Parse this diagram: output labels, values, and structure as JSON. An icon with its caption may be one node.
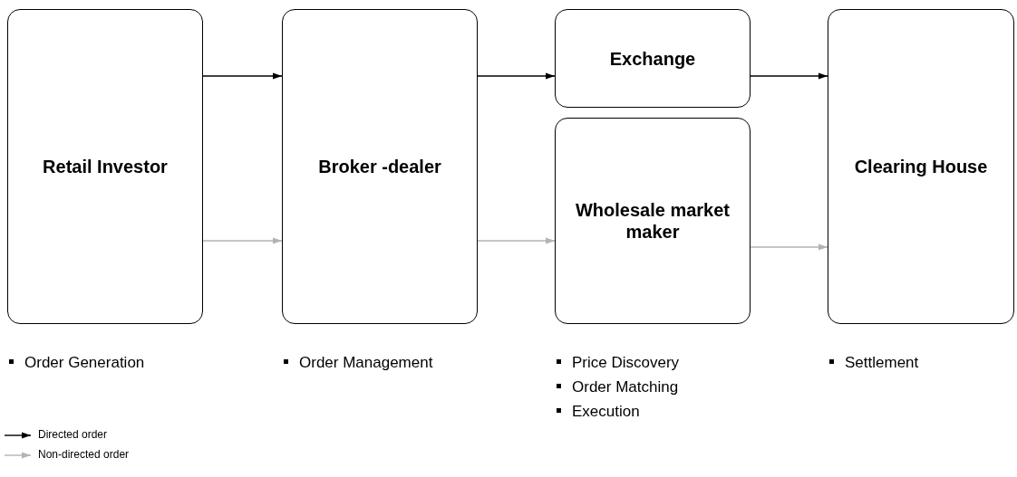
{
  "diagram": {
    "nodes": [
      {
        "text": [
          "Retail Investor"
        ],
        "beside": [
          "Order Generation"
        ]
      },
      {
        "text": [
          "Broker -dealer"
        ],
        "beside": [
          "Order Management"
        ]
      },
      {
        "text": [
          "Exchange"
        ]
      },
      {
        "text": [
          "Wholesale market maker"
        ],
        "beside": [
          "Price Discovery",
          "Order Matching",
          "Execution"
        ]
      },
      {
        "text": [
          "Clearing House"
        ],
        "beside": [
          "Settlement"
        ]
      }
    ],
    "edges": [
      {
        "from": 0,
        "to": 1,
        "arrow": "to"
      },
      {
        "from": 0,
        "to": 1,
        "arrow": "to",
        "color": "#b3b3b3"
      },
      {
        "from": 1,
        "to": 2,
        "arrow": "to"
      },
      {
        "from": 1,
        "to": 3,
        "arrow": "to",
        "color": "#b3b3b3"
      },
      {
        "from": 2,
        "to": 4,
        "arrow": "to"
      },
      {
        "from": 3,
        "to": 4,
        "arrow": "to",
        "color": "#b3b3b3"
      }
    ],
    "legend": [
      {
        "text": "Directed order"
      },
      {
        "text": "Non-directed order"
      }
    ]
  }
}
